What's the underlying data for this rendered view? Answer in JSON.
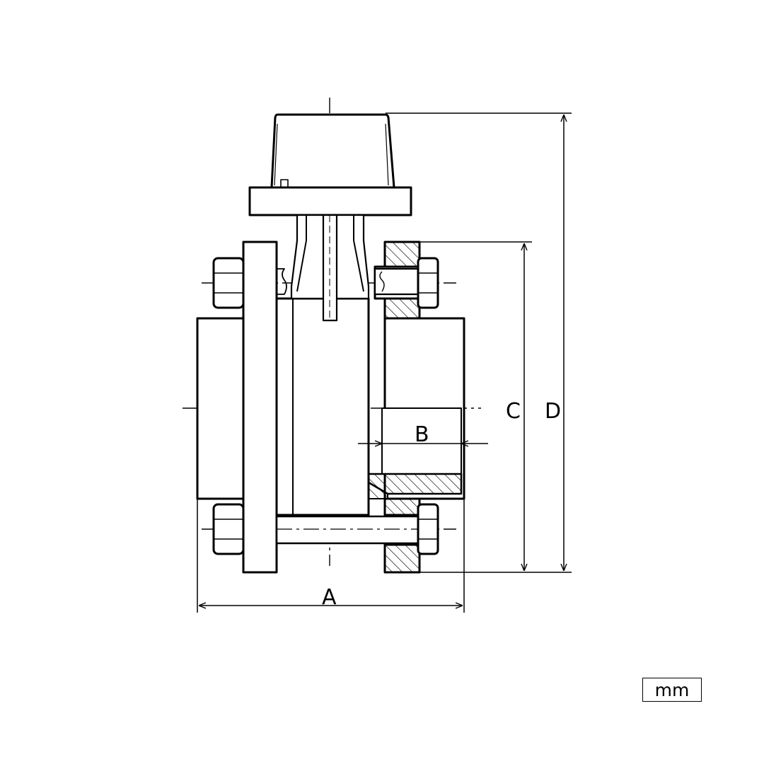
{
  "dimensions": {
    "a": "A",
    "b": "B",
    "c": "C",
    "d": "D"
  },
  "units": "mm",
  "colors": {
    "line": "#000000",
    "background": "#ffffff"
  }
}
